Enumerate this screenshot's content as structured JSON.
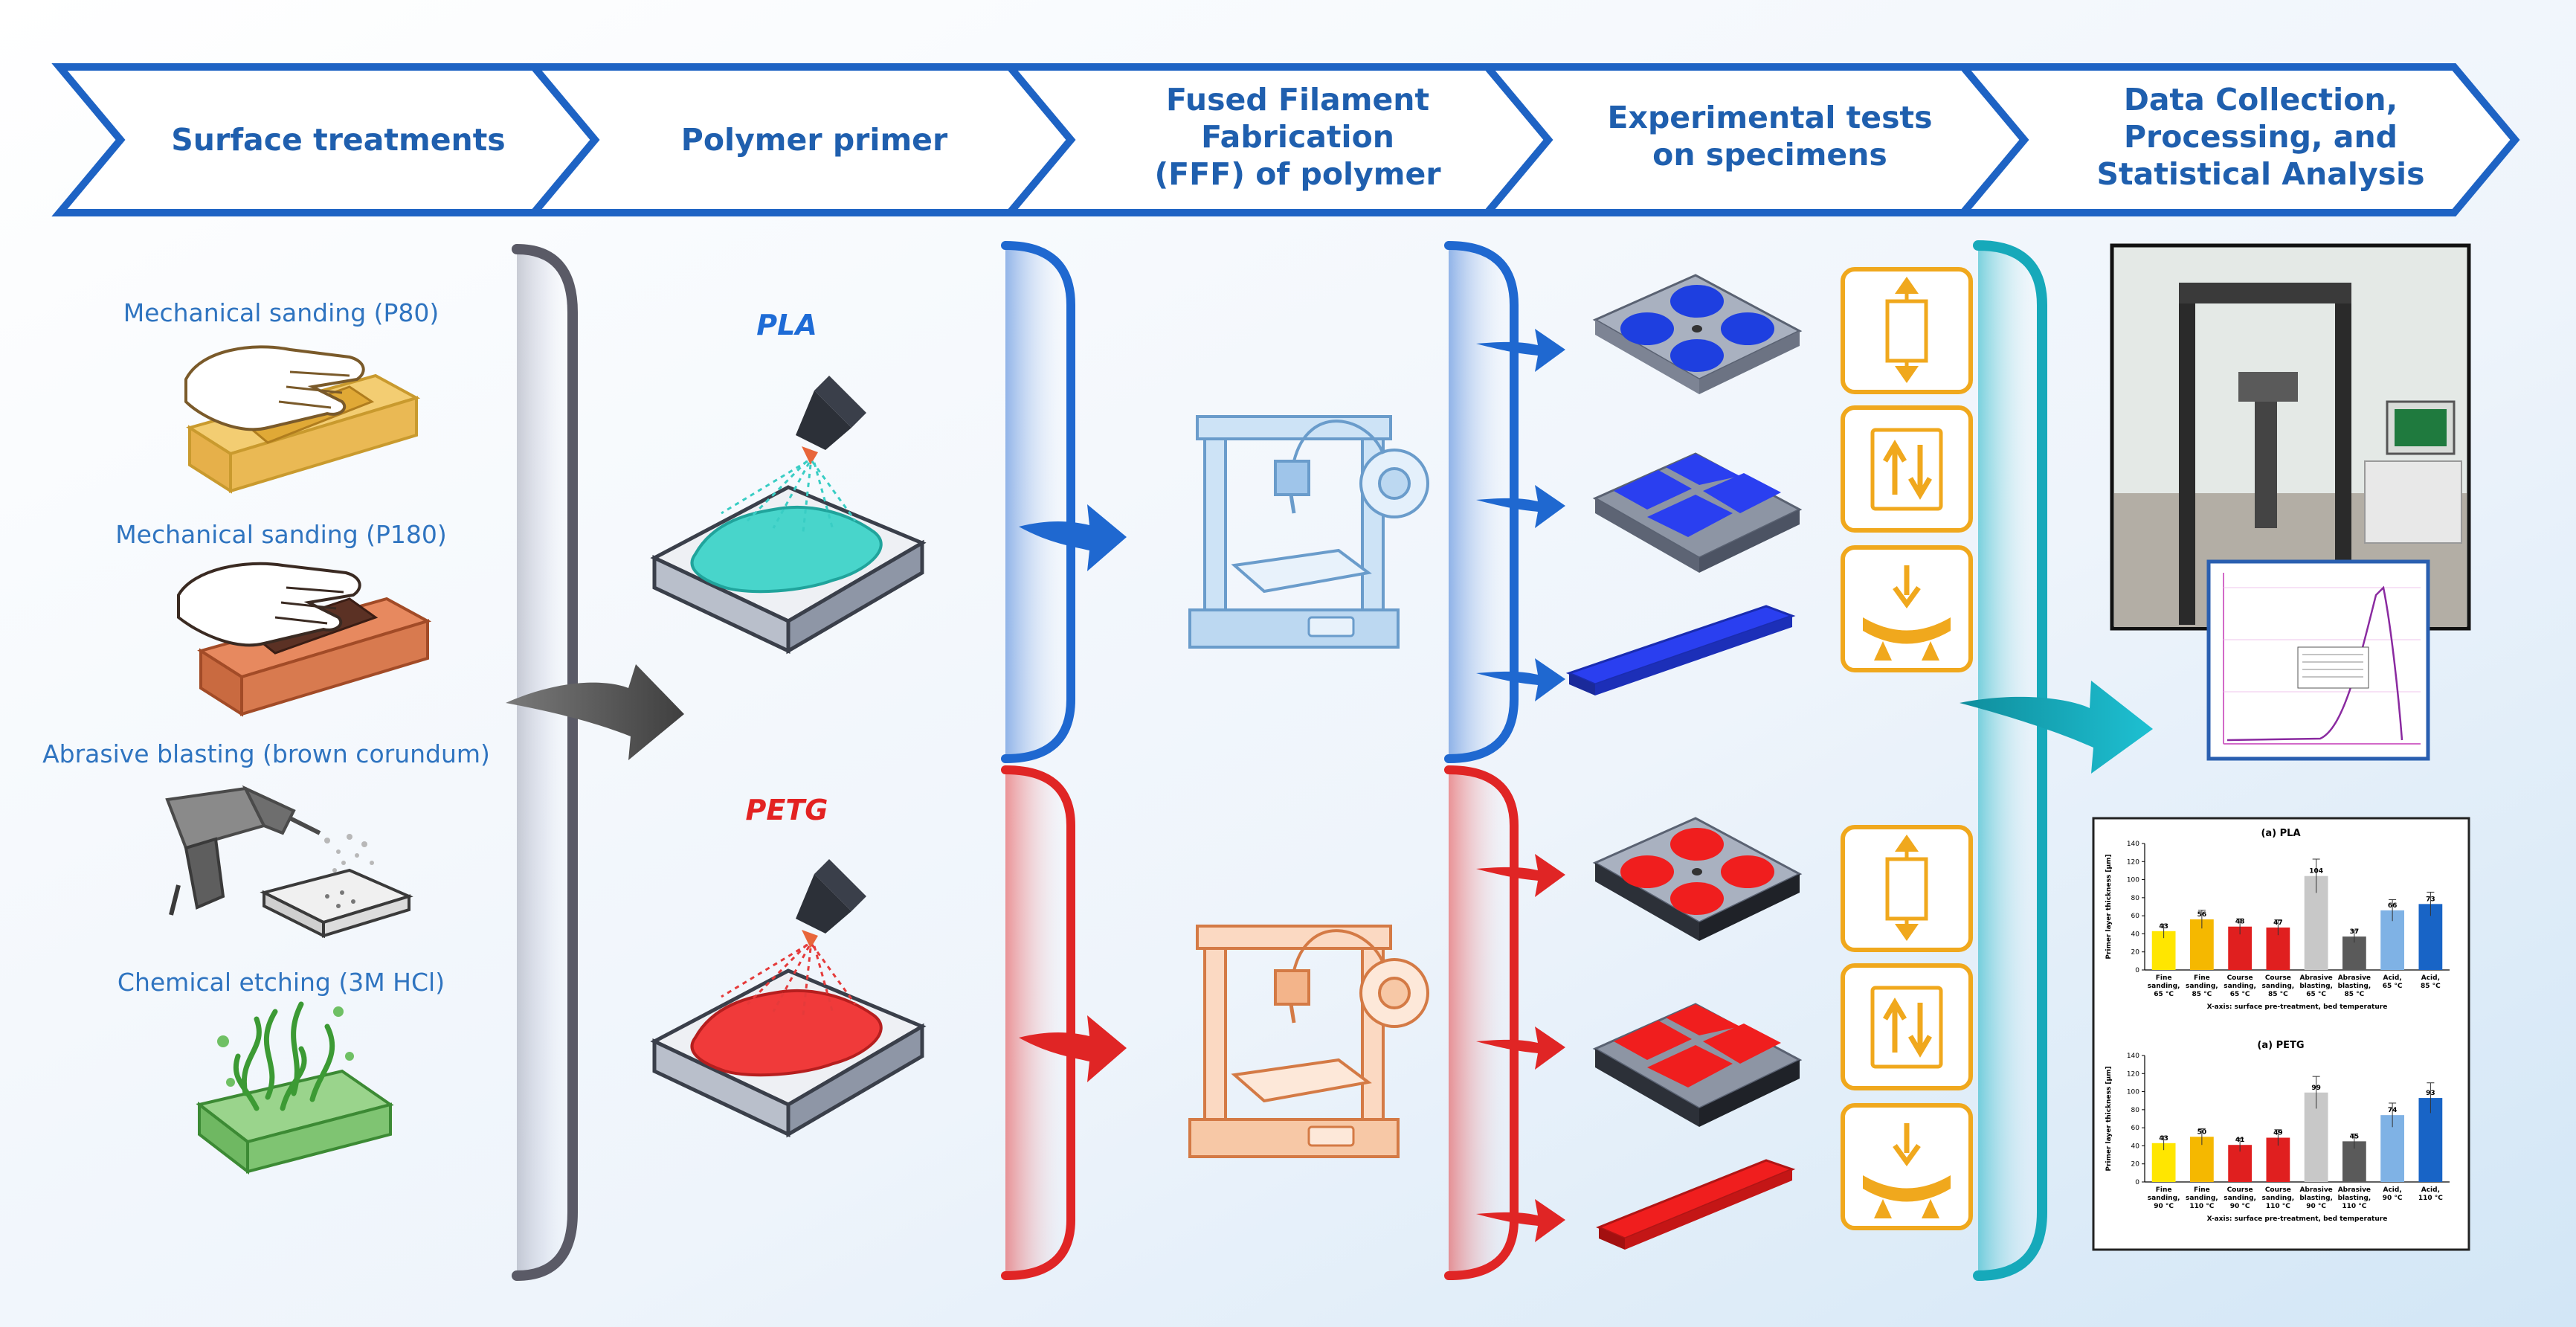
{
  "steps": [
    "Surface treatments",
    "Polymer primer",
    "Fused Filament Fabrication (FFF) of polymer",
    "Experimental tests on specimens",
    "Data Collection, Processing, and Statistical Analysis"
  ],
  "treatments": [
    "Mechanical sanding (P80)",
    "Mechanical sanding (P180)",
    "Abrasive blasting (brown corundum)",
    "Chemical etching (3M HCl)"
  ],
  "polymers": [
    "PLA",
    "PETG"
  ],
  "colors": {
    "pla": "#1e6bd6",
    "petg": "#e32222",
    "header": "#1f5fae",
    "test_icon": "#f0a81d",
    "final_arrow": "#18a9b9"
  },
  "chart_data": [
    {
      "type": "bar",
      "title": "(a) PLA",
      "ylabel": "Primer layer thickness [μm]",
      "xlabel": "X-axis: surface pre-treatment, bed temperature",
      "ylim": [
        0,
        140
      ],
      "yticks": [
        0,
        20,
        40,
        60,
        80,
        100,
        120,
        140
      ],
      "categories": [
        "Fine sanding, 65 °C",
        "Fine sanding, 85 °C",
        "Course sanding, 65 °C",
        "Course sanding, 85 °C",
        "Abrasive blasting, 65 °C",
        "Abrasive blasting, 85 °C",
        "Acid, 65 °C",
        "Acid, 85 °C"
      ],
      "values": [
        43,
        56,
        48,
        47,
        104,
        37,
        66,
        73
      ],
      "labels": [
        "43",
        "56",
        "48",
        "47",
        "104",
        "37",
        "66",
        "73"
      ],
      "colors": [
        "#ffe600",
        "#f5b800",
        "#e01f1f",
        "#e01f1f",
        "#c8c8c8",
        "#5a5a5a",
        "#7fb2e5",
        "#1864c6"
      ]
    },
    {
      "type": "bar",
      "title": "(a) PETG",
      "ylabel": "Primer layer thickness [μm]",
      "xlabel": "X-axis: surface pre-treatment, bed temperature",
      "ylim": [
        0,
        140
      ],
      "yticks": [
        0,
        20,
        40,
        60,
        80,
        100,
        120,
        140
      ],
      "categories": [
        "Fine sanding, 90 °C",
        "Fine sanding, 110 °C",
        "Course sanding, 90 °C",
        "Course sanding, 110 °C",
        "Abrasive blasting, 90 °C",
        "Abrasive blasting, 110 °C",
        "Acid, 90 °C",
        "Acid, 110 °C"
      ],
      "values": [
        43,
        50,
        41,
        49,
        99,
        45,
        74,
        93
      ],
      "labels": [
        "43",
        "50",
        "41",
        "49",
        "99",
        "45",
        "74",
        "93"
      ],
      "colors": [
        "#ffe600",
        "#f5b800",
        "#e01f1f",
        "#e01f1f",
        "#c8c8c8",
        "#5a5a5a",
        "#7fb2e5",
        "#1864c6"
      ]
    }
  ]
}
